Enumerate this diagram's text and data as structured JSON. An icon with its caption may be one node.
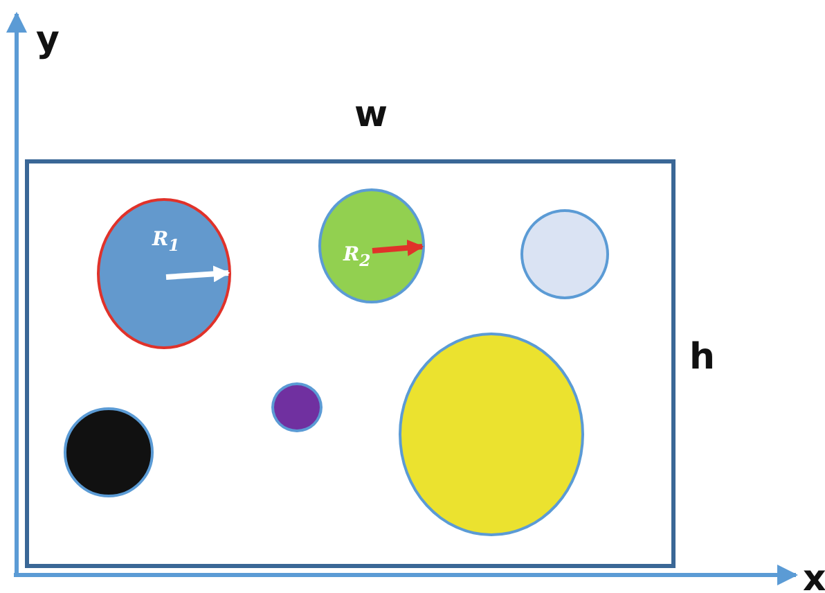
{
  "diagram": {
    "nodes": [
      {
        "text": [],
        "shape": "box"
      },
      {
        "text": [
          "R$_{1}$"
        ],
        "in": 0
      },
      {
        "text": [
          "R$_{2}$"
        ],
        "in": 0
      },
      {
        "text": [],
        "shape": "circle",
        "in": 0
      },
      {
        "text": [],
        "shape": "circle",
        "in": 0
      },
      {
        "text": [],
        "shape": "circle",
        "in": 0
      },
      {
        "text": [],
        "shape": "circle",
        "in": 0
      }
    ],
    "labels": [
      "y",
      "w",
      "h",
      "x"
    ]
  }
}
